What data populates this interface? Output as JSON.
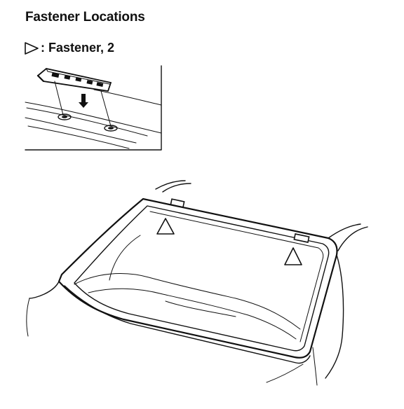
{
  "title": "Fastener Locations",
  "legend": {
    "symbol": "open-triangle-marker",
    "text": ": Fastener, 2"
  },
  "colors": {
    "ink": "#111111",
    "background": "#ffffff"
  },
  "icons": [
    "triangle-marker-icon",
    "fastener-clip-icon",
    "windshield-illustration"
  ]
}
